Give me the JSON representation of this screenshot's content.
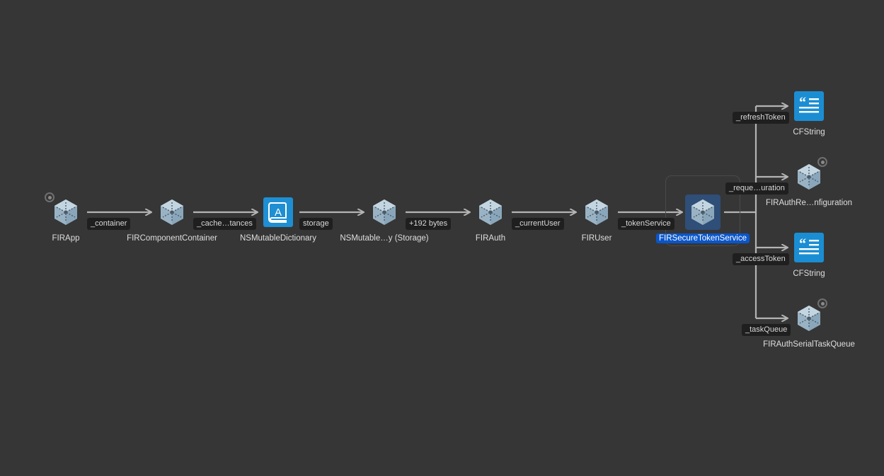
{
  "graph": {
    "nodes": [
      {
        "id": "firapp",
        "label": "FIRApp",
        "icon": "object-cube-icon",
        "badge": true
      },
      {
        "id": "fircomponentcontainer",
        "label": "FIRComponentContainer",
        "icon": "object-cube-icon"
      },
      {
        "id": "nsmutabledictionary",
        "label": "NSMutableDictionary",
        "icon": "dictionary-book-icon"
      },
      {
        "id": "nsmutable-storage",
        "label": "NSMutable…y (Storage)",
        "icon": "object-cube-icon"
      },
      {
        "id": "firauth",
        "label": "FIRAuth",
        "icon": "object-cube-icon"
      },
      {
        "id": "firuser",
        "label": "FIRUser",
        "icon": "object-cube-icon"
      },
      {
        "id": "firsecuretokenservice",
        "label": "FIRSecureTokenService",
        "icon": "object-cube-icon",
        "selected": true
      },
      {
        "id": "cfstring-refresh",
        "label": "CFString",
        "icon": "string-quote-icon"
      },
      {
        "id": "firauthrequestconfiguration",
        "label": "FIRAuthRe…nfiguration",
        "icon": "object-cube-icon",
        "badge": true
      },
      {
        "id": "cfstring-access",
        "label": "CFString",
        "icon": "string-quote-icon"
      },
      {
        "id": "firauthserialtaskqueue",
        "label": "FIRAuthSerialTaskQueue",
        "icon": "object-cube-icon",
        "badge": true
      }
    ],
    "edges": [
      {
        "label": "_container"
      },
      {
        "label": "_cache…tances"
      },
      {
        "label": "storage"
      },
      {
        "label": "+192 bytes"
      },
      {
        "label": "_currentUser"
      },
      {
        "label": "_tokenService"
      },
      {
        "label": "_refreshToken"
      },
      {
        "label": "_reque…uration"
      },
      {
        "label": "_accessToken"
      },
      {
        "label": "_taskQueue"
      }
    ]
  },
  "colors": {
    "background": "#363636",
    "arrow": "#b4b4b4",
    "cube": "#aec4d2",
    "cube_dark": "#7d97a9",
    "dict_icon": "#1e8fd2",
    "string_icon": "#1b8ed3",
    "selection": "#0a56c9",
    "label_bg": "#1f1f1f"
  }
}
